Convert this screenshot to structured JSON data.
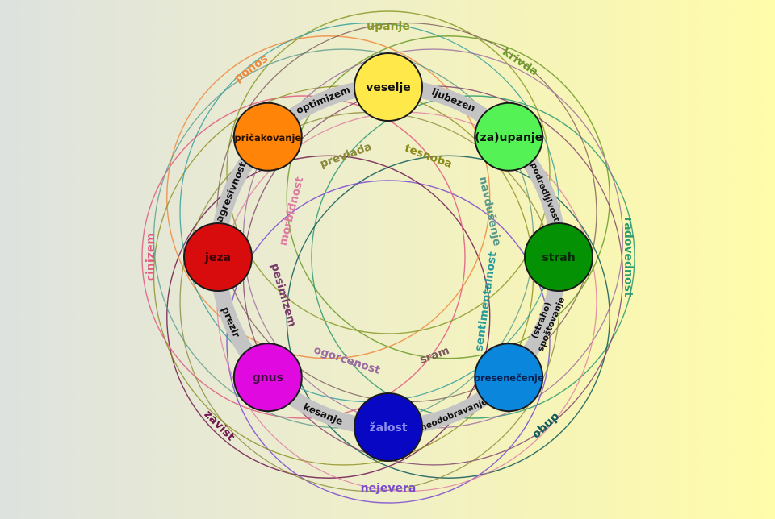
{
  "diagram": {
    "title": "Plutchikov krog čustev",
    "primary_emotions": [
      {
        "id": "veselje",
        "label": "veselje",
        "color": "#ffe84a",
        "text_color": "#111111"
      },
      {
        "id": "zaupanje",
        "label": "(za)upanje",
        "color": "#55f255",
        "text_color": "#111111"
      },
      {
        "id": "strah",
        "label": "strah",
        "color": "#049104",
        "text_color": "#0b2a0b"
      },
      {
        "id": "presenecenje",
        "label": "presenečenje",
        "color": "#0a86dc",
        "text_color": "#0a2050"
      },
      {
        "id": "zalost",
        "label": "žalost",
        "color": "#0808c4",
        "text_color": "#8c8cf0"
      },
      {
        "id": "gnus",
        "label": "gnus",
        "color": "#e00ae0",
        "text_color": "#3a0a3a"
      },
      {
        "id": "jeza",
        "label": "jeza",
        "color": "#d80c0c",
        "text_color": "#3a0505"
      },
      {
        "id": "pricakovanje",
        "label": "pričakovanje",
        "color": "#ff8408",
        "text_color": "#2a1000"
      }
    ],
    "primary_dyads": [
      {
        "between": [
          "veselje",
          "zaupanje"
        ],
        "label": "ljubezen"
      },
      {
        "between": [
          "zaupanje",
          "strah"
        ],
        "label": "podredljivost"
      },
      {
        "between": [
          "strah",
          "presenecenje"
        ],
        "label": "(strahospoštovanje",
        "label_lines": [
          "(straho)",
          "spoštovanje"
        ]
      },
      {
        "between": [
          "presenecenje",
          "zalost"
        ],
        "label": "neodobravanje"
      },
      {
        "between": [
          "zalost",
          "gnus"
        ],
        "label": "kesanje"
      },
      {
        "between": [
          "gnus",
          "jeza"
        ],
        "label": "prezir"
      },
      {
        "between": [
          "jeza",
          "pricakovanje"
        ],
        "label": "agresivnost"
      },
      {
        "between": [
          "pricakovanje",
          "veselje"
        ],
        "label": "optimizem"
      }
    ],
    "secondary_dyads": [
      {
        "label": "krivda",
        "color": "#6b9a2a"
      },
      {
        "label": "radovednost",
        "color": "#2f9a72"
      },
      {
        "label": "obup",
        "color": "#0f5a5a"
      },
      {
        "label": "nejevera",
        "color": "#7a4ad0"
      },
      {
        "label": "zavist",
        "color": "#701a50"
      },
      {
        "label": "cinizem",
        "color": "#e05a80"
      },
      {
        "label": "ponos",
        "color": "#ee8a40"
      },
      {
        "label": "upanje",
        "color": "#8a9a2a"
      }
    ],
    "tertiary_dyads": [
      {
        "label": "tesnoba",
        "color": "#8a8a1a"
      },
      {
        "label": "navdušenje",
        "color": "#5a9a8a"
      },
      {
        "label": "sentimentalnost",
        "color": "#2a9a9a"
      },
      {
        "label": "sram",
        "color": "#7a5a5a"
      },
      {
        "label": "ogorčenost",
        "color": "#9a6aa0"
      },
      {
        "label": "pesimizem",
        "color": "#7a3a6a"
      },
      {
        "label": "morbidnost",
        "color": "#e07aa0"
      },
      {
        "label": "prevlada",
        "color": "#8a8a3a"
      }
    ],
    "ring_color": "#c4c4c4"
  }
}
